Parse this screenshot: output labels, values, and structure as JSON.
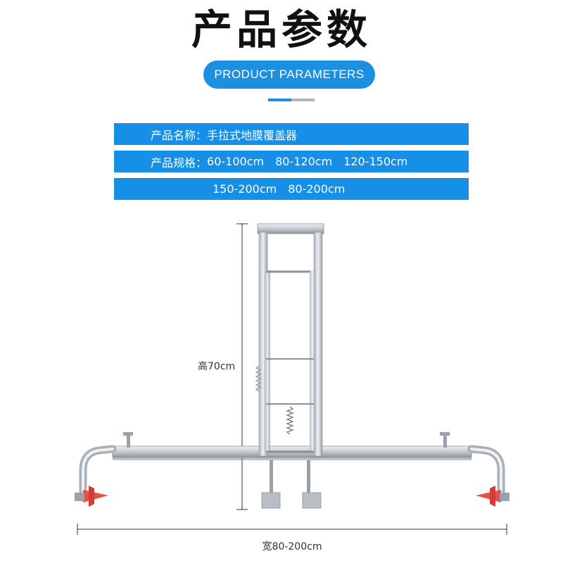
{
  "header": {
    "title": "产品参数",
    "subtitle": "PRODUCT PARAMETERS"
  },
  "specs": {
    "name_label": "产品名称：",
    "name_value": "手拉式地膜覆盖器",
    "spec_label": "产品规格：",
    "spec_values_line1": [
      "60-100cm",
      "80-120cm",
      "120-150cm"
    ],
    "spec_values_line2": [
      "150-200cm",
      "80-200cm"
    ]
  },
  "dimensions": {
    "height_label": "高70cm",
    "width_label": "宽80-200cm"
  },
  "colors": {
    "accent": "#1590e6",
    "pill": "#1c8fe0",
    "cone": "#e8504a",
    "metal": "#c9ced3"
  }
}
